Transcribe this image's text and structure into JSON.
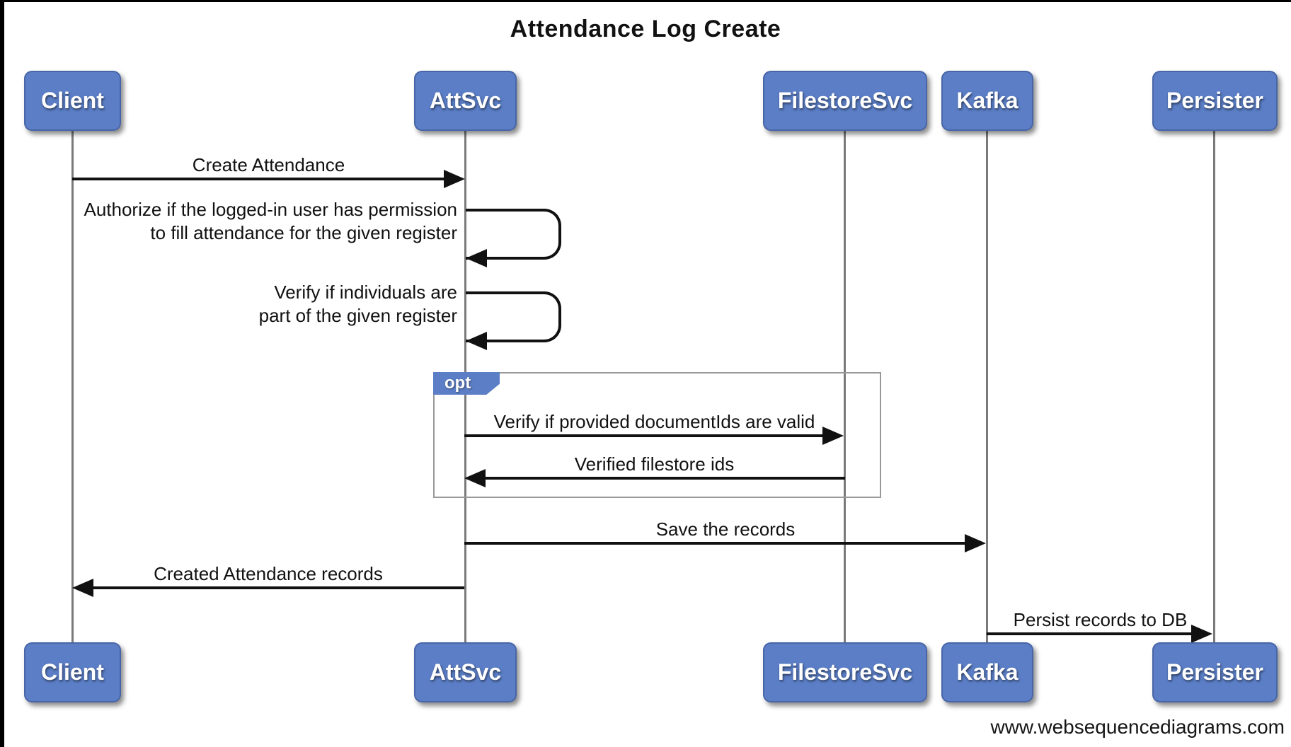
{
  "diagram": {
    "title": "Attendance Log Create",
    "watermark": "www.websequencediagrams.com",
    "fragment": {
      "label": "opt"
    },
    "actors": [
      {
        "label": "Client"
      },
      {
        "label": "AttSvc"
      },
      {
        "label": "FilestoreSvc"
      },
      {
        "label": "Kafka"
      },
      {
        "label": "Persister"
      }
    ],
    "messages": [
      {
        "from": "Client",
        "to": "AttSvc",
        "label": "Create Attendance",
        "kind": "solid-arrow"
      },
      {
        "from": "AttSvc",
        "to": "AttSvc",
        "kind": "self-arrow",
        "line1": "Authorize if the logged-in user has permission",
        "line2": "to fill attendance for the given register"
      },
      {
        "from": "AttSvc",
        "to": "AttSvc",
        "kind": "self-arrow",
        "line1": "Verify if individuals are",
        "line2": "part of the given register"
      },
      {
        "from": "AttSvc",
        "to": "FilestoreSvc",
        "label": "Verify if provided documentIds are valid",
        "kind": "solid-arrow",
        "in_fragment": "opt"
      },
      {
        "from": "FilestoreSvc",
        "to": "AttSvc",
        "label": "Verified filestore ids",
        "kind": "solid-arrow",
        "in_fragment": "opt"
      },
      {
        "from": "AttSvc",
        "to": "Kafka",
        "label": "Save the records",
        "kind": "solid-arrow"
      },
      {
        "from": "AttSvc",
        "to": "Client",
        "label": "Created Attendance records",
        "kind": "solid-arrow"
      },
      {
        "from": "Kafka",
        "to": "Persister",
        "label": "Persist records to DB",
        "kind": "solid-arrow"
      }
    ],
    "colors": {
      "actor_fill": "#5b7ec6",
      "actor_text": "#ffffff",
      "lifeline": "#7a7a7a",
      "arrow": "#111111",
      "fragment_border": "#999999"
    }
  }
}
